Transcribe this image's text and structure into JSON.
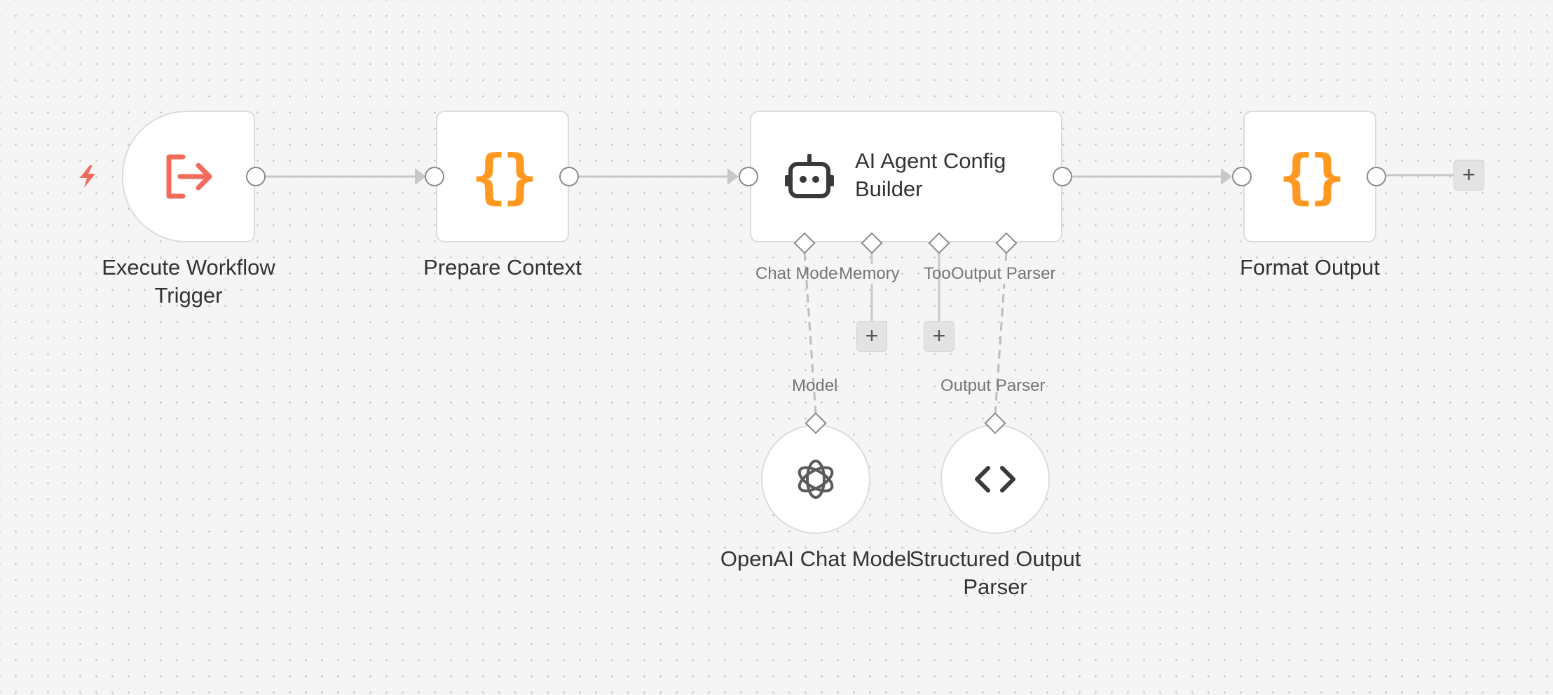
{
  "canvas": {
    "accent_color": "#ff9922",
    "trigger_color": "#f26b5b",
    "connection_color": "#c8c8c8"
  },
  "nodes": {
    "execute_workflow_trigger": {
      "title": "Execute Workflow Trigger",
      "icon": "sign-out-arrow-icon",
      "badge_icon": "lightning-bolt-icon"
    },
    "prepare_context": {
      "title": "Prepare Context",
      "icon": "curly-braces-icon",
      "icon_text": "{}"
    },
    "ai_agent": {
      "title": "AI Agent Config Builder",
      "icon": "robot-icon",
      "sub_ports": [
        {
          "label": "Chat Model"
        },
        {
          "label": "Memory"
        },
        {
          "label": "Tool"
        },
        {
          "label": "Output Parser"
        }
      ]
    },
    "format_output": {
      "title": "Format Output",
      "icon": "curly-braces-icon",
      "icon_text": "{}"
    },
    "openai_chat_model": {
      "title": "OpenAI Chat Model",
      "icon": "openai-logo-icon",
      "port_label": "Model"
    },
    "structured_output_parser": {
      "title": "Structured Output Parser",
      "icon": "code-brackets-icon",
      "port_label": "Output Parser"
    }
  },
  "buttons": {
    "add": "+"
  }
}
